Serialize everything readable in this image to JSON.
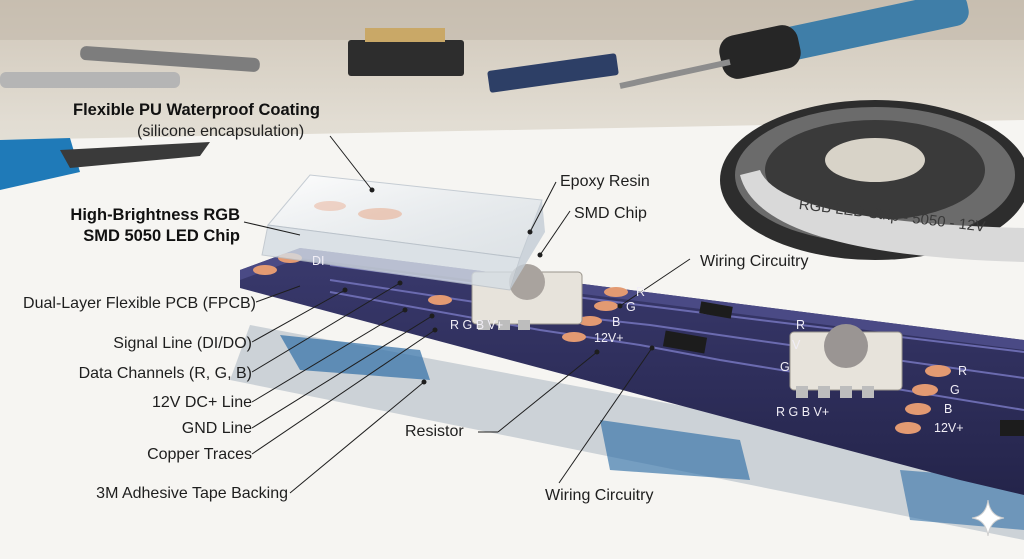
{
  "title": {
    "line1": "Flexible PU Waterproof Coating",
    "line2": "(silicone encapsulation)"
  },
  "chip_label": {
    "line1": "High-Brightness RGB",
    "line2": "SMD 5050 LED Chip"
  },
  "right_labels": {
    "epoxy": "Epoxy Resin",
    "smd": "SMD Chip",
    "wiring_top": "Wiring Circuitry",
    "resistor": "Resistor",
    "wiring_bottom": "Wiring Circuitry"
  },
  "left_labels": [
    "Dual-Layer Flexible PCB (FPCB)",
    "Signal Line (DI/DO)",
    "Data Channels (R, G, B)",
    "12V DC+ Line",
    "GND Line",
    "Copper Traces",
    "3M Adhesive Tape Backing"
  ],
  "reel_text": "RGB LED Strip - 5050 - 12V",
  "pcb_marks": {
    "di": "DI",
    "r": "R",
    "g": "G",
    "b": "B",
    "v": "V+",
    "v12": "12V+",
    "rgbv": "R  G  B  V+",
    "side_r": "R",
    "side_v": "V",
    "side_g": "G"
  }
}
